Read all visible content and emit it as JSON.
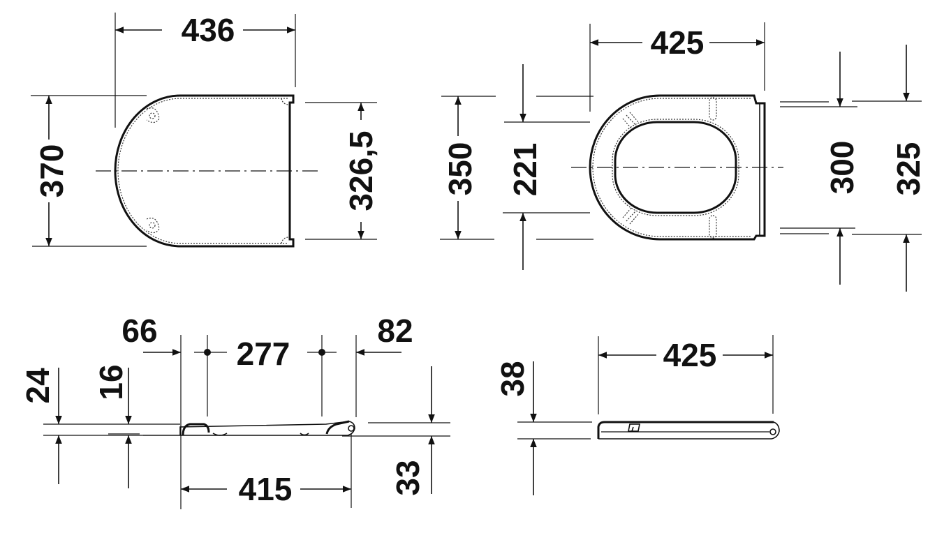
{
  "drawing": {
    "title": "Toilet seat dimension drawing",
    "units": "mm",
    "color": "#111111",
    "background": "#ffffff",
    "views": [
      {
        "name": "lid-top-view",
        "dimensions": {
          "width": "436",
          "length": "370",
          "hinge_width": "326,5"
        }
      },
      {
        "name": "seat-top-view",
        "dimensions": {
          "width": "425",
          "length": "350",
          "opening": "221",
          "hinge_inner": "300",
          "hinge_outer": "325"
        }
      },
      {
        "name": "side-view-open",
        "dimensions": {
          "front_offset": "66",
          "fixing_centers": "277",
          "rear_offset": "82",
          "height_total": "24",
          "height_seat": "16",
          "length": "415",
          "hinge_height": "33"
        }
      },
      {
        "name": "side-view-closed",
        "dimensions": {
          "length": "425",
          "height": "38"
        }
      }
    ]
  }
}
